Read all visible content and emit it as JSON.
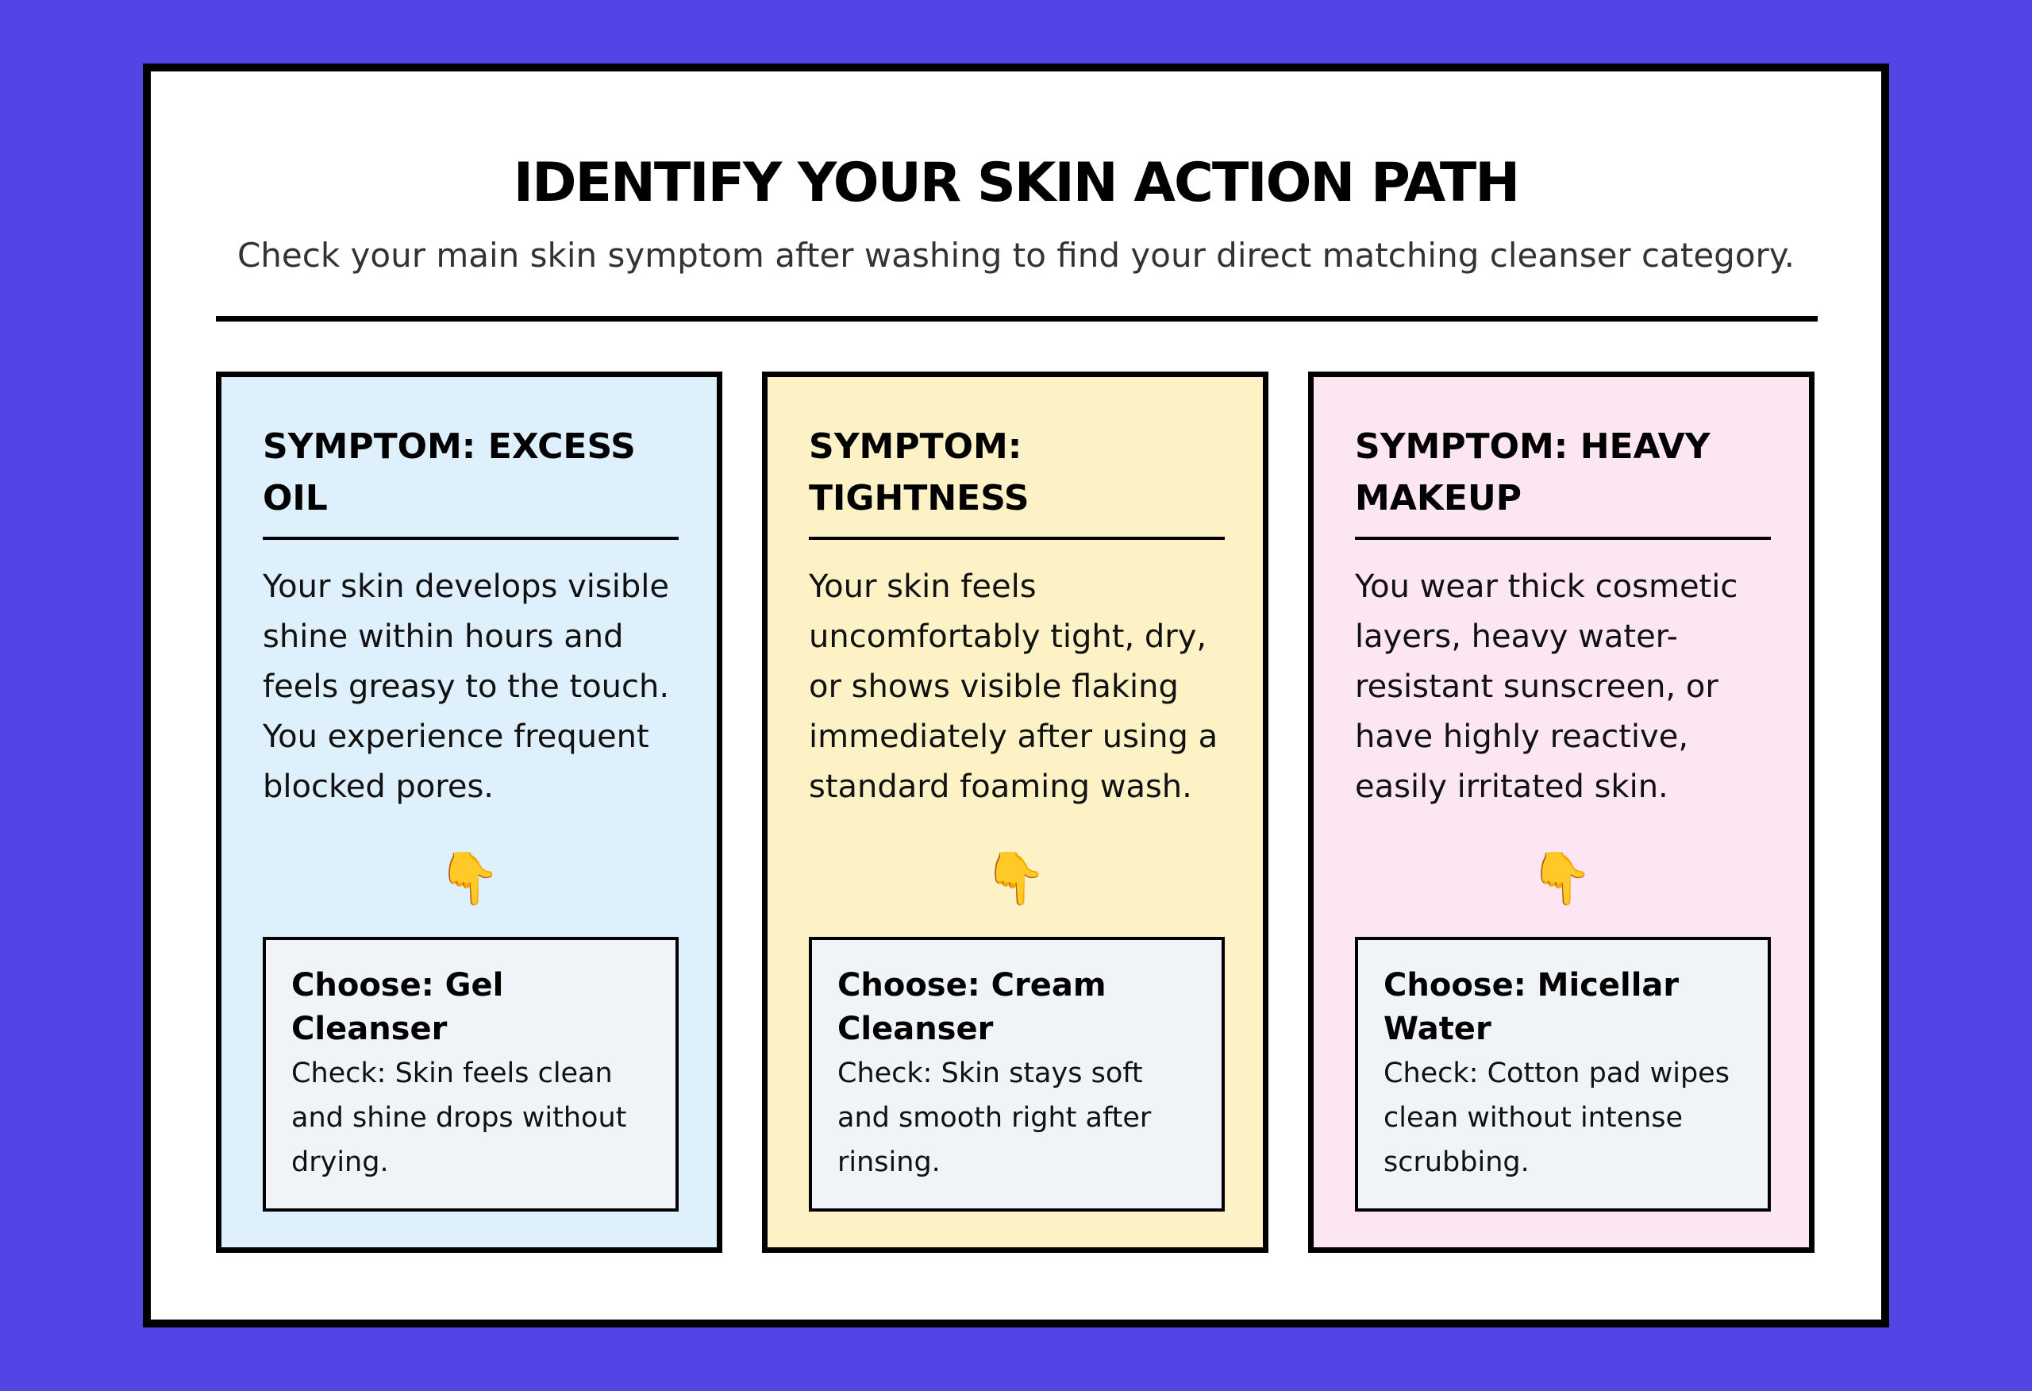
{
  "header": {
    "title": "IDENTIFY YOUR SKIN ACTION PATH",
    "subtitle": "Check your main skin symptom after washing to find your direct matching cleanser category."
  },
  "colors": {
    "page_background": "#5146e5",
    "card_oil": "#dff0fd",
    "card_tightness": "#fdf2c6",
    "card_makeup": "#fce6f2",
    "choice_box": "#f0f4f8"
  },
  "cards": [
    {
      "heading": "SYMPTOM: EXCESS OIL",
      "description": "Your skin develops visible shine within hours and feels greasy to the touch. You experience frequent blocked pores.",
      "pointer_icon": "👇",
      "choice": "Choose: Gel Cleanser",
      "check": "Check: Skin feels clean and shine drops without drying."
    },
    {
      "heading": "SYMPTOM: TIGHTNESS",
      "description": "Your skin feels uncomfortably tight, dry, or shows visible flaking immediately after using a standard foaming wash.",
      "pointer_icon": "👇",
      "choice": "Choose: Cream Cleanser",
      "check": "Check: Skin stays soft and smooth right after rinsing."
    },
    {
      "heading": "SYMPTOM: HEAVY MAKEUP",
      "description": "You wear thick cosmetic layers, heavy water-resistant sunscreen, or have highly reactive, easily irritated skin.",
      "pointer_icon": "👇",
      "choice": "Choose: Micellar Water",
      "check": "Check: Cotton pad wipes clean without intense scrubbing."
    }
  ]
}
